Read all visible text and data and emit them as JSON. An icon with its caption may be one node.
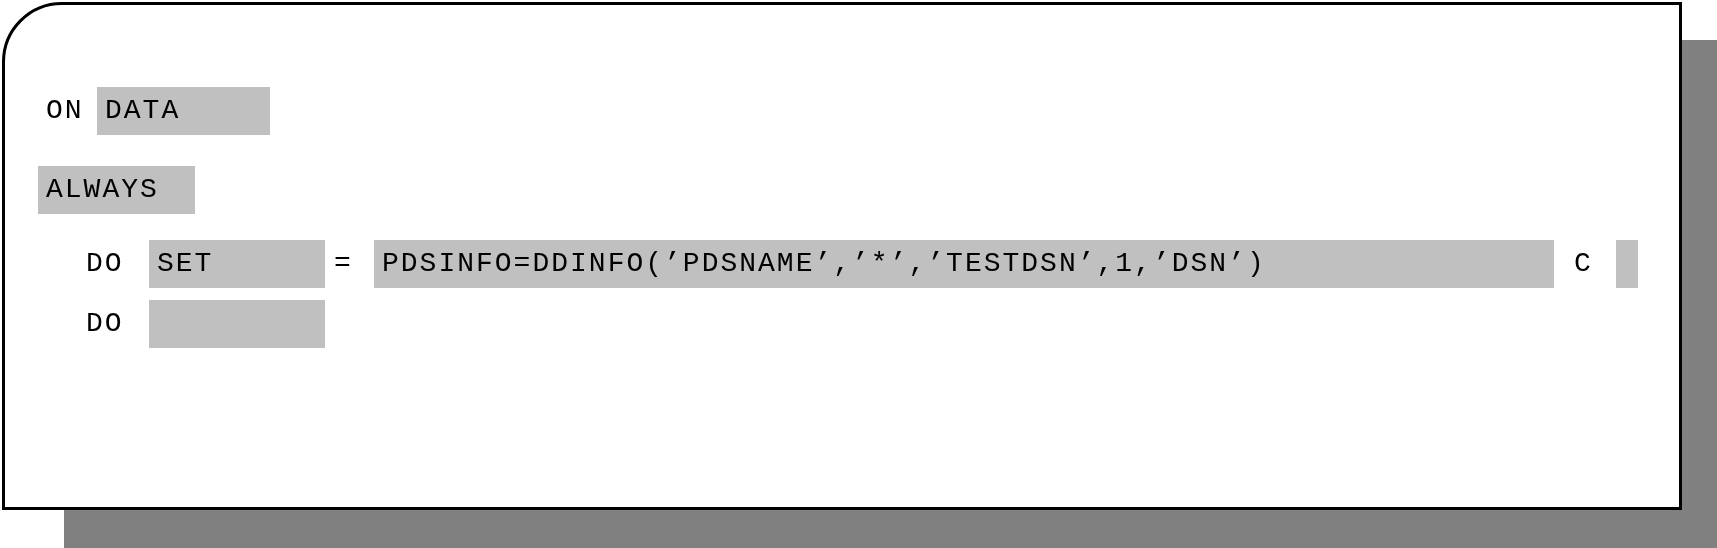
{
  "diagram": {
    "nodes": [
      {
        "text": [
          "DATA"
        ]
      },
      {
        "text": [
          "ALWAYS"
        ]
      },
      {
        "text": [
          "SET"
        ]
      },
      {
        "text": [
          "PDSINFO=DDINFO(’PDSNAME’,’*’,’TESTDSN’,1,’DSN’)"
        ]
      },
      {
        "text": [],
        "shape": "box"
      },
      {
        "text": [],
        "shape": "box"
      }
    ],
    "labels": [
      "ON",
      "DO",
      "=",
      "C",
      "DO"
    ]
  }
}
